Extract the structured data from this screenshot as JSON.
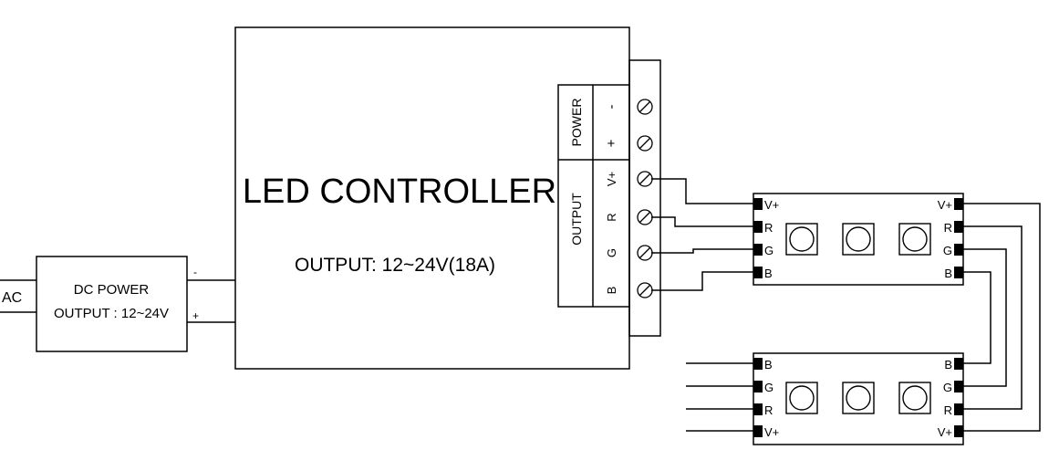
{
  "ac_label": "AC",
  "dc_power": {
    "title": "DC POWER",
    "output": "OUTPUT : 12~24V",
    "minus": "-",
    "plus": "+"
  },
  "controller": {
    "title": "LED CONTROLLER",
    "output": "OUTPUT: 12~24V(18A)"
  },
  "terminal": {
    "power_label": "POWER",
    "output_label": "OUTPUT",
    "pins": [
      "-",
      "+",
      "V+",
      "R",
      "G",
      "B"
    ]
  },
  "strip_top": {
    "left_pins": [
      "V+",
      "R",
      "G",
      "B"
    ],
    "right_pins": [
      "V+",
      "R",
      "G",
      "B"
    ]
  },
  "strip_bottom": {
    "left_pins": [
      "B",
      "G",
      "R",
      "V+"
    ],
    "right_pins": [
      "B",
      "G",
      "R",
      "V+"
    ]
  }
}
